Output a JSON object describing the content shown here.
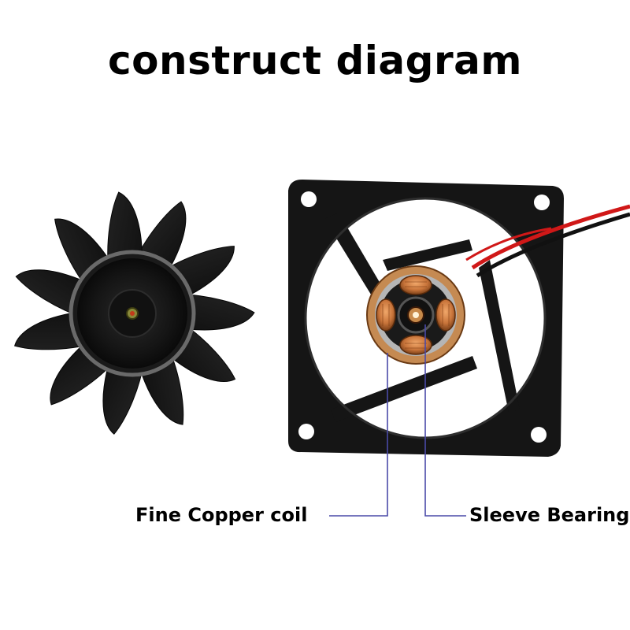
{
  "title": "construct diagram",
  "labels": {
    "coil": "Fine Copper coil",
    "bearing": "Sleeve Bearing"
  },
  "colors": {
    "background": "#ffffff",
    "plastic": "#141414",
    "copper": "#c8743a",
    "leader_line": "#4a4aa8",
    "wire_red": "#d01818"
  },
  "objects": [
    "fan-impeller",
    "fan-frame",
    "stator-assembly",
    "power-wires"
  ]
}
